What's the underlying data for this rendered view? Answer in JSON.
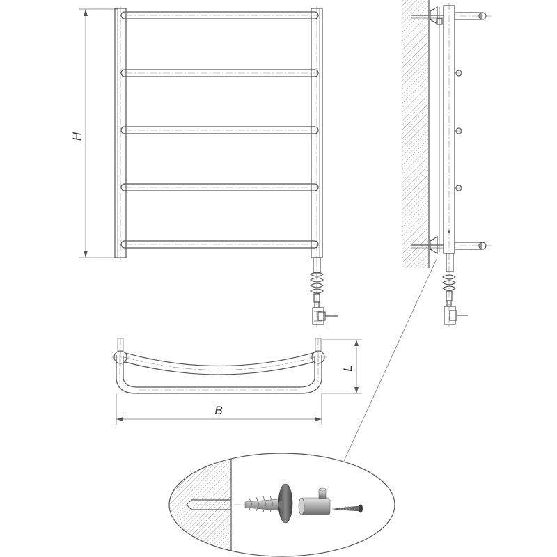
{
  "dimensions": {
    "height_label": "H",
    "width_label": "B",
    "depth_label": "L"
  },
  "colors": {
    "line": "#555555",
    "thin_line": "#777777",
    "background": "#ffffff",
    "mount_shading": "#9a9a9a"
  },
  "icons": [
    "towel-rail-front-view",
    "towel-rail-top-view",
    "towel-rail-side-view",
    "wall-mount-detail",
    "electric-connection"
  ]
}
